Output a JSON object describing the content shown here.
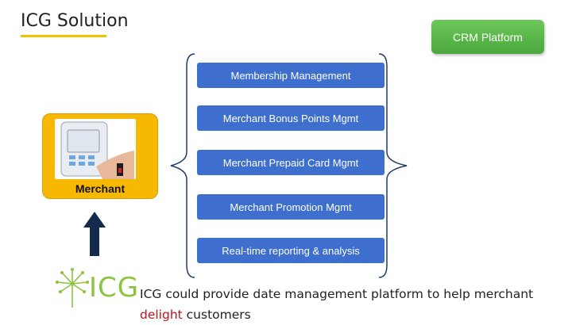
{
  "header": {
    "title": "ICG Solution"
  },
  "crm": {
    "label": "CRM Platform"
  },
  "merchant": {
    "label": "Merchant"
  },
  "items": [
    {
      "label": "Membership Management"
    },
    {
      "label": "Merchant Bonus Points Mgmt"
    },
    {
      "label": "Merchant Prepaid Card Mgmt"
    },
    {
      "label": "Merchant Promotion Mgmt"
    },
    {
      "label": "Real-time reporting & analysis"
    }
  ],
  "logo": {
    "text": "ICG"
  },
  "footer": {
    "line1": "ICG could provide date management platform to help merchant",
    "highlight": "delight",
    "rest": " customers"
  },
  "colors": {
    "accent": "#f2c200",
    "item_blue": "#3e6fce",
    "crm_green": "#4aa83c",
    "merchant_yellow": "#f6b800",
    "highlight_red": "#c0141b",
    "logo_green": "#8cc43f"
  }
}
